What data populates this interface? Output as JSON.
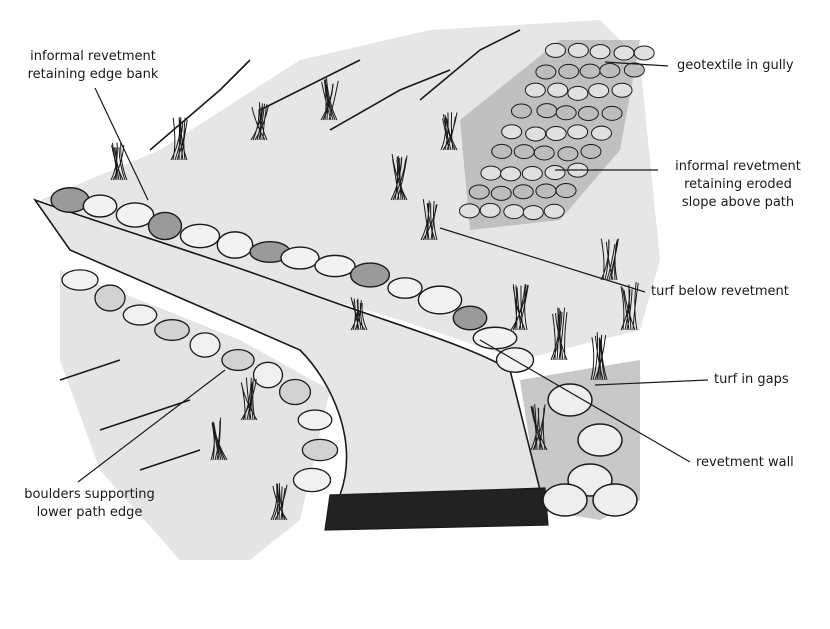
{
  "labels": {
    "informal_revetment_edge_bank": [
      "informal revetment",
      "retaining edge bank"
    ],
    "geotextile_in_gully": [
      "geotextile in gully"
    ],
    "informal_revetment_eroded_slope": [
      "informal revetment",
      "retaining eroded",
      "slope above path"
    ],
    "turf_below_revetment": [
      "turf below revetment"
    ],
    "turf_in_gaps": [
      "turf in gaps"
    ],
    "revetment_wall": [
      "revetment wall"
    ],
    "boulders_lower_edge": [
      "boulders supporting",
      "lower path edge"
    ]
  },
  "colors": {
    "ink": "#1a1a1a",
    "wash_dark": "#5e5e5e",
    "wash_mid": "#9a9a9a",
    "wash_light": "#d2d2d2",
    "paper": "#ffffff"
  }
}
